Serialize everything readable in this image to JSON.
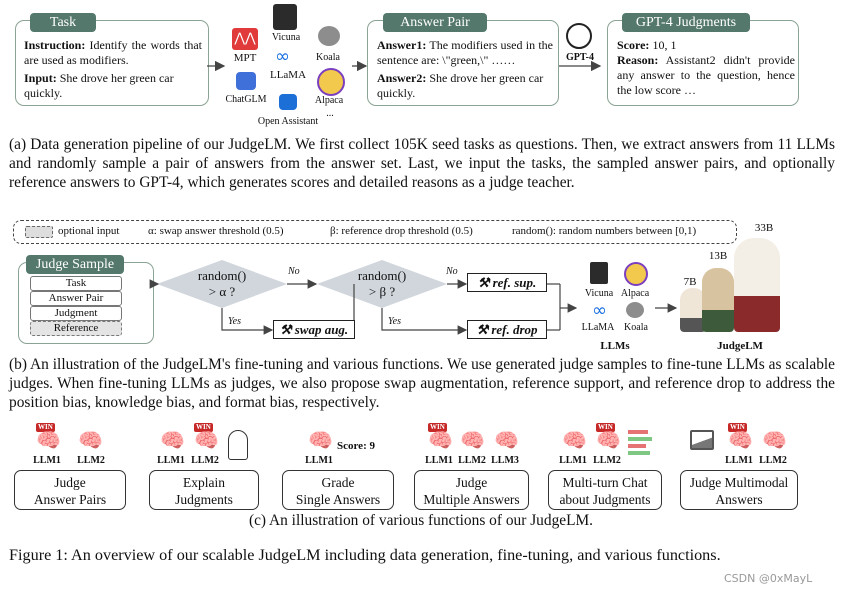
{
  "part_a": {
    "task": {
      "header": "Task",
      "instruction_label": "Instruction:",
      "instruction_text": "Identify the words that are used as modifiers.",
      "input_label": "Input:",
      "input_text": "She drove her green car quickly."
    },
    "models": {
      "mpt": "MPT",
      "vicuna": "Vicuna",
      "llama": "LLaMA",
      "koala": "Koala",
      "chatglm": "ChatGLM",
      "alpaca": "Alpaca",
      "open_assistant": "Open Assistant",
      "ellipsis": "..."
    },
    "answer_pair": {
      "header": "Answer Pair",
      "a1_label": "Answer1:",
      "a1_text": "The modifiers used in the sentence are: \\\"green,\\\" ……",
      "a2_label": "Answer2:",
      "a2_text": "She drove her green car quickly."
    },
    "gpt4_label": "GPT-4",
    "judgments": {
      "header": "GPT-4 Judgments",
      "score_label": "Score:",
      "score_text": "10, 1",
      "reason_label": "Reason:",
      "reason_text": "Assistant2 didn't provide any answer to the question, hence the low score …"
    },
    "caption": "(a) Data generation pipeline of our JudgeLM. We first collect 105K seed tasks as questions. Then, we extract answers from 11 LLMs and randomly sample a pair of answers from the answer set. Last, we input the tasks, the sampled answer pairs, and optionally reference answers to GPT-4, which generates scores and detailed reasons as a judge teacher."
  },
  "legend": {
    "optional_input": "optional input",
    "alpha": "α: swap answer threshold (0.5)",
    "beta": "β: reference drop threshold (0.5)",
    "random": "random(): random numbers between [0,1)"
  },
  "part_b": {
    "judge_sample": {
      "header": "Judge Sample",
      "items": [
        "Task",
        "Answer Pair",
        "Judgment",
        "Reference"
      ]
    },
    "diamond1": {
      "line1": "random()",
      "line2": "> α ?"
    },
    "diamond2": {
      "line1": "random()",
      "line2": "> β ?"
    },
    "no": "No",
    "yes": "Yes",
    "swap_aug": "swap aug.",
    "ref_sup": "ref. sup.",
    "ref_drop": "ref. drop",
    "llms": {
      "vicuna": "Vicuna",
      "alpaca": "Alpaca",
      "llama": "LLaMA",
      "koala": "Koala",
      "title": "LLMs"
    },
    "judgelm": {
      "title": "JudgeLM",
      "s7": "7B",
      "s13": "13B",
      "s33": "33B"
    },
    "caption": "(b) An illustration of the JudgeLM's fine-tuning and various functions. We use generated judge samples to fine-tune LLMs as scalable judges. When fine-tuning LLMs as judges, we also propose swap augmentation, reference support, and reference drop to address the position bias, knowledge bias, and format bias, respectively."
  },
  "part_c": {
    "win": "WIN",
    "score_label": "Score: 9",
    "llm1": "LLM1",
    "llm2": "LLM2",
    "llm3": "LLM3",
    "functions": [
      {
        "l1": "Judge",
        "l2": "Answer Pairs"
      },
      {
        "l1": "Explain",
        "l2": "Judgments"
      },
      {
        "l1": "Grade",
        "l2": "Single Answers"
      },
      {
        "l1": "Judge",
        "l2": "Multiple Answers"
      },
      {
        "l1": "Multi-turn Chat",
        "l2": "about Judgments"
      },
      {
        "l1": "Judge Multimodal",
        "l2": "Answers"
      }
    ],
    "caption": "(c) An illustration of various functions of our JudgeLM."
  },
  "figure_caption": "Figure 1: An overview of our scalable JudgeLM including data generation, fine-tuning, and various functions.",
  "watermark": "CSDN @0xMayL",
  "colors": {
    "header_green": "#54786b",
    "box_border": "#8aa394",
    "diamond": "#d0d6dc",
    "win_red": "#c62828"
  }
}
